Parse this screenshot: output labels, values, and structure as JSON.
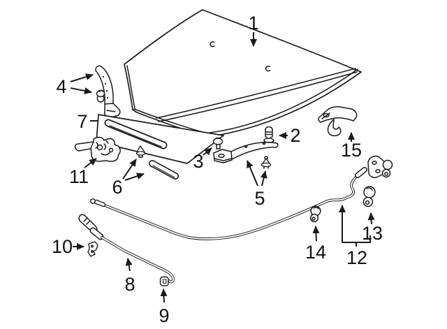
{
  "diagram": {
    "kind": "exploded-parts-diagram",
    "subject": "hood-assembly",
    "background_color": "#ffffff",
    "line_color": "#1a1a1a",
    "callout_count": 15
  },
  "callouts": [
    {
      "id": 1,
      "label": "1"
    },
    {
      "id": 2,
      "label": "2"
    },
    {
      "id": 3,
      "label": "3"
    },
    {
      "id": 4,
      "label": "4"
    },
    {
      "id": 5,
      "label": "5"
    },
    {
      "id": 6,
      "label": "6"
    },
    {
      "id": 7,
      "label": "7"
    },
    {
      "id": 8,
      "label": "8"
    },
    {
      "id": 9,
      "label": "9"
    },
    {
      "id": 10,
      "label": "10"
    },
    {
      "id": 11,
      "label": "11"
    },
    {
      "id": 12,
      "label": "12"
    },
    {
      "id": 13,
      "label": "13"
    },
    {
      "id": 14,
      "label": "14"
    },
    {
      "id": 15,
      "label": "15"
    }
  ]
}
